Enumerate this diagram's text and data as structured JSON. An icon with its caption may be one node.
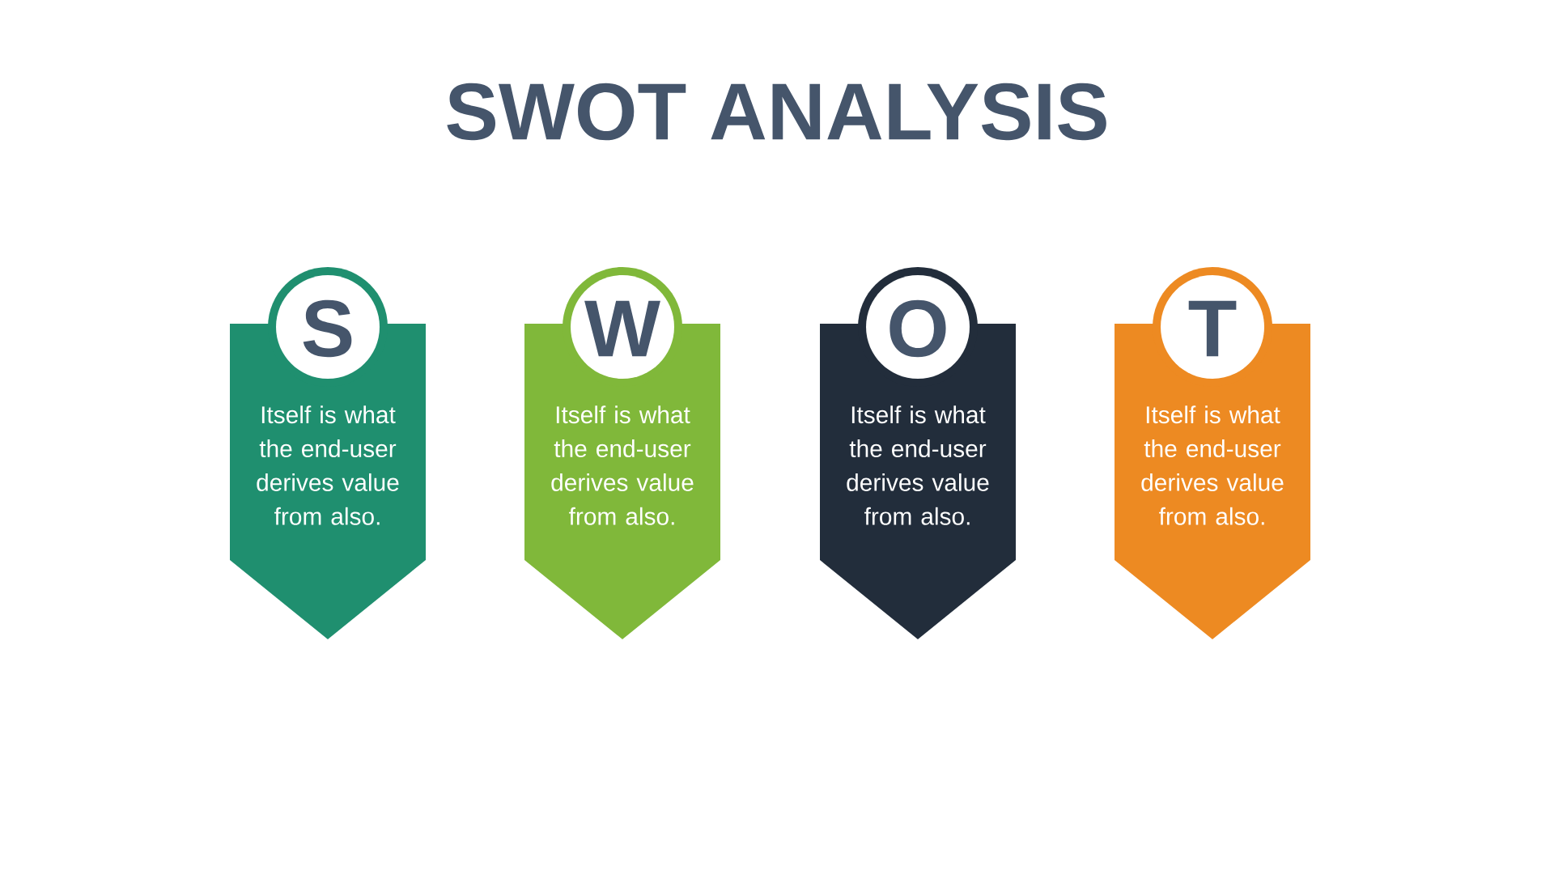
{
  "diagram": {
    "title": "SWOT ANALYSIS",
    "nodes": [
      {
        "text": [
          "S",
          "Itself is what the end-user derives value from also."
        ]
      },
      {
        "text": [
          "W",
          "Itself is what the end-user derives value from also."
        ]
      },
      {
        "text": [
          "O",
          "Itself is what the end-user derives value from also."
        ]
      },
      {
        "text": [
          "T",
          "Itself is what the end-user derives value from also."
        ]
      }
    ]
  }
}
